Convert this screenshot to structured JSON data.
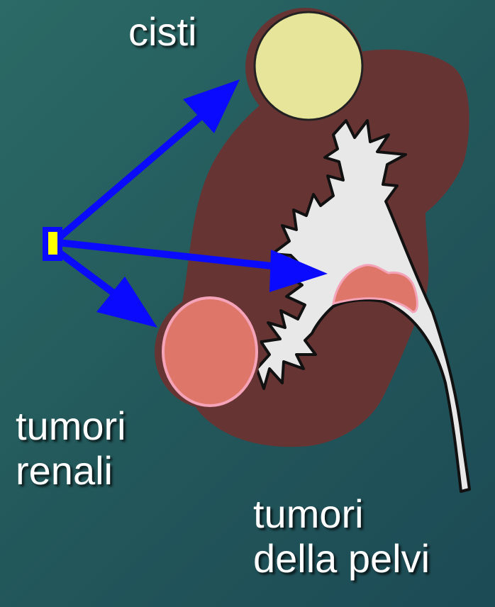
{
  "labels": {
    "cisti": "cisti",
    "tumori_renali": [
      "tumori",
      "renali"
    ],
    "tumori_pelvi": [
      "tumori",
      "della pelvi"
    ]
  },
  "colors": {
    "background": "#245a5c",
    "kidney": "#673434",
    "cyst": "#e7e59a",
    "tumor": "#de7769",
    "tumor_outline": "#f4a3b8",
    "pelvis": "#e8e8e8",
    "arrow": "#0a0aff",
    "probe": "#ffff00"
  }
}
